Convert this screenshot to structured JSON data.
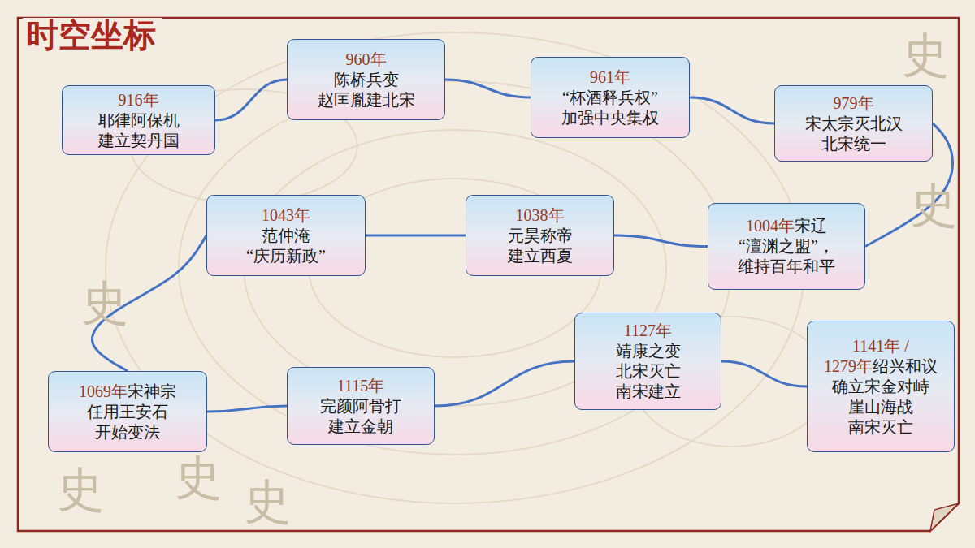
{
  "diagram": {
    "title": "时空坐标",
    "nodes": [
      {
        "text": [
          "916年",
          "耶律阿保机 建立契丹国"
        ]
      },
      {
        "text": [
          "960年",
          "陈桥兵变 赵匡胤建北宋"
        ]
      },
      {
        "text": [
          "961年",
          "“杯酒释兵权” 加强中央集权"
        ]
      },
      {
        "text": [
          "979年",
          "宋太宗灭北汉 北宋统一"
        ]
      },
      {
        "text": [
          "1004年",
          "宋辽 “澶渊之盟”， 维持百年和平"
        ]
      },
      {
        "text": [
          "1038年",
          "元昊称帝 建立西夏"
        ]
      },
      {
        "text": [
          "1043年",
          "范仲淹 “庆历新政”"
        ]
      },
      {
        "text": [
          "1069年",
          "宋神宗 任用王安石 开始变法"
        ]
      },
      {
        "text": [
          "1115年",
          "完颜阿骨打 建立金朝"
        ]
      },
      {
        "text": [
          "1127年",
          "靖康之变 北宋灭亡 南宋建立"
        ]
      },
      {
        "text": [
          "1141年 / 1279年",
          "绍兴和议 确立宋金对峙 崖山海战 南宋灭亡"
        ]
      }
    ],
    "edges": [
      {
        "from": 0,
        "to": 1,
        "arrow": "none"
      },
      {
        "from": 1,
        "to": 2,
        "arrow": "none"
      },
      {
        "from": 2,
        "to": 3,
        "arrow": "none"
      },
      {
        "from": 3,
        "to": 4,
        "arrow": "none"
      },
      {
        "from": 4,
        "to": 5,
        "arrow": "none"
      },
      {
        "from": 5,
        "to": 6,
        "arrow": "none"
      },
      {
        "from": 6,
        "to": 7,
        "arrow": "none"
      },
      {
        "from": 7,
        "to": 8,
        "arrow": "none"
      },
      {
        "from": 8,
        "to": 9,
        "arrow": "none"
      },
      {
        "from": 9,
        "to": 10,
        "arrow": "none"
      }
    ],
    "labels": [
      "史",
      "史",
      "史",
      "史",
      "史",
      "史"
    ]
  }
}
